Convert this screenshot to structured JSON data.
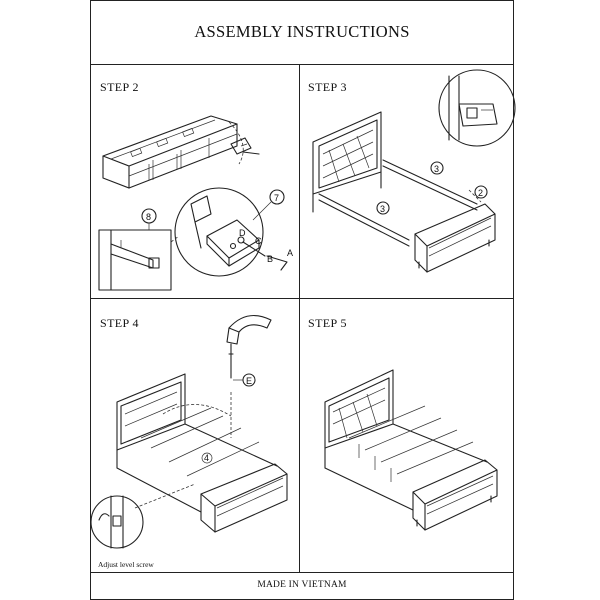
{
  "header": {
    "title": "ASSEMBLY INSTRUCTIONS"
  },
  "steps": [
    {
      "label": "STEP  2",
      "callouts": [
        "8",
        "7",
        "D",
        "C",
        "B",
        "A"
      ]
    },
    {
      "label": "STEP  3",
      "callouts": [
        "3",
        "3",
        "2"
      ]
    },
    {
      "label": "STEP  4",
      "callouts": [
        "E",
        "4"
      ],
      "note": "Adjust level screw"
    },
    {
      "label": "STEP  5"
    }
  ],
  "footer": {
    "text": "MADE IN VIETNAM"
  }
}
